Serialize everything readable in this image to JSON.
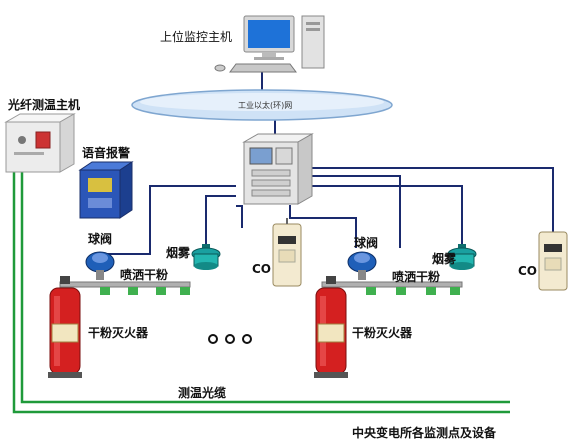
{
  "labels": {
    "pc_host": "上位监控主机",
    "ethernet": "工业以太(环)网",
    "fiber_host": "光纤测温主机",
    "voice_alarm": "语音报警",
    "ball_valve": "球阀",
    "smoke": "烟雾",
    "co": "CO",
    "spray_powder": "喷洒干粉",
    "extinguisher": "干粉灭火器",
    "fiber_cable": "测温光缆",
    "footer": "中央变电所各监测点及设备"
  },
  "colors": {
    "network_line": "#1a2a6e",
    "fiber_line": "#1f9a3a",
    "ethernet_ring": "#b8d4f0",
    "extinguisher_red": "#d42020",
    "valve_blue": "#1f5fb8",
    "smoke_teal": "#1aa0a0"
  },
  "icons": {
    "pc": "desktop-computer-icon",
    "controller": "monitoring-cabinet-icon",
    "fiber_host": "fiber-host-cabinet-icon",
    "alarm": "voice-alarm-box-icon",
    "valve": "ball-valve-icon",
    "smoke": "smoke-detector-icon",
    "co": "co-sensor-icon",
    "extinguisher": "fire-extinguisher-icon",
    "ellipsis": "ellipsis-dots"
  }
}
